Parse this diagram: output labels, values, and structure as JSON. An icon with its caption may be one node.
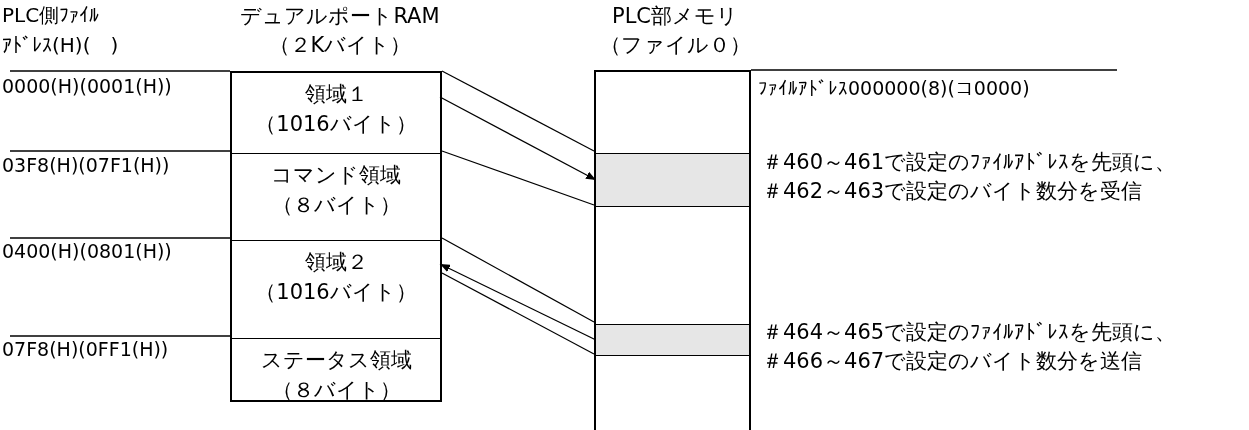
{
  "diagram": {
    "nodes": [
      {
        "text": [
          "デュアルポートRAM",
          "（２Kバイト）"
        ]
      },
      {
        "text": [
          "領域１",
          "（1016バイト）"
        ],
        "in": 0
      },
      {
        "text": [
          "コマンド領域",
          "（８バイト）"
        ],
        "in": 0
      },
      {
        "text": [
          "領域２",
          "（1016バイト）"
        ],
        "in": 0
      },
      {
        "text": [
          "ステータス領域",
          "（８バイト）"
        ],
        "in": 0
      },
      {
        "text": [
          "PLC部メモリ",
          "（ファイル０）"
        ]
      },
      {
        "text": [],
        "shape": "bar",
        "in": 5
      },
      {
        "text": [],
        "shape": "bar",
        "in": 5
      }
    ],
    "edges": [
      {
        "from": 1,
        "to": 6,
        "arrow": "to"
      },
      {
        "from": 7,
        "to": 3,
        "arrow": "to"
      }
    ],
    "labels": [
      "PLC側ﾌｧｲﾙ",
      "ｱﾄﾞﾚｽ(H)(　)",
      "ﾌｧｲﾙｱﾄﾞﾚｽ000000(8)(コ0000)",
      "0000(H)(0001(H))",
      "＃460～461で設定のﾌｧｲﾙｱﾄﾞﾚｽを先頭に、＃462～463で設定のバイト数分を受信",
      "03F8(H)(07F1(H))",
      "0400(H)(0801(H))",
      "＃464～465で設定のﾌｧｲﾙｱﾄﾞﾚｽを先頭に、＃466～467で設定のバイト数分を送信",
      "07F8(H)(0FF1(H))"
    ]
  }
}
